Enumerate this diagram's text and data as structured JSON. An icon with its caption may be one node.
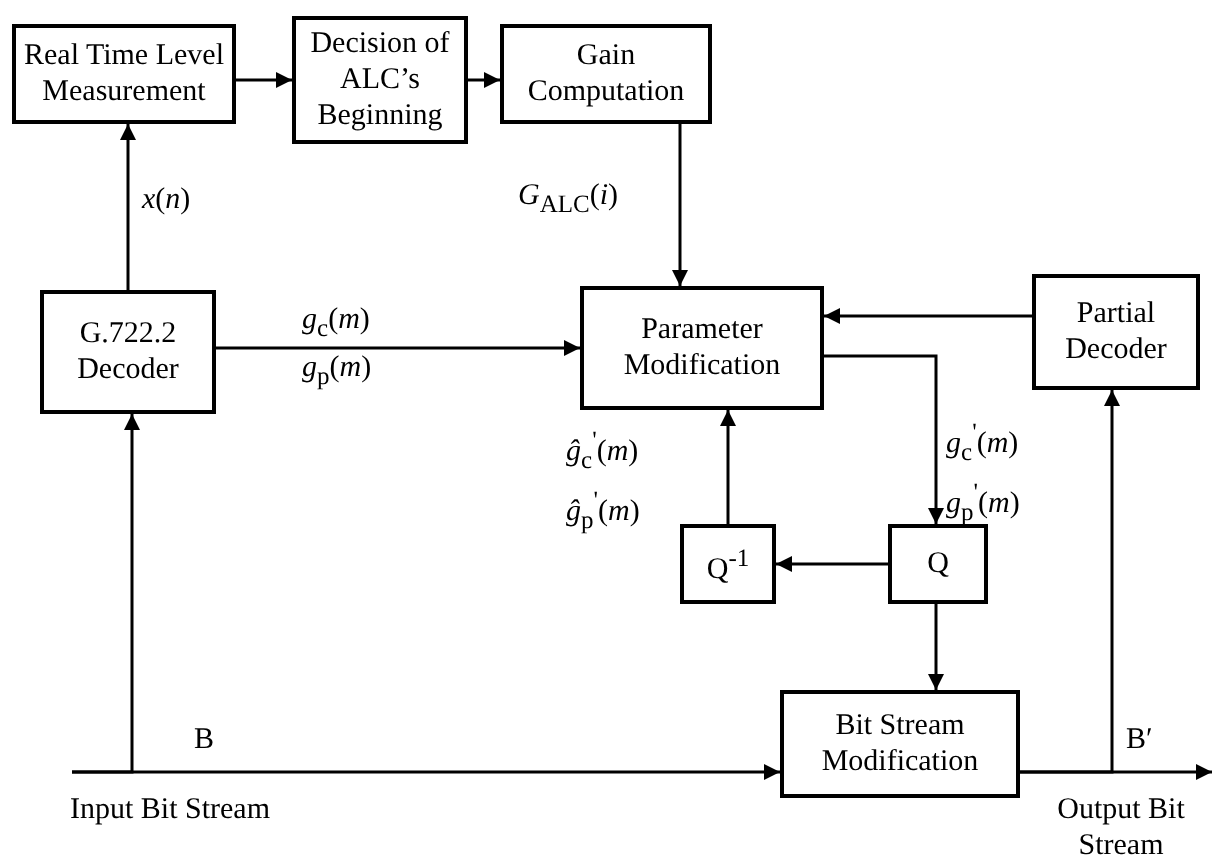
{
  "diagram": {
    "nodes": [
      {
        "text": [
          "Real Time Level Measurement"
        ]
      },
      {
        "text": [
          "Decision of ALC’s Beginning"
        ]
      },
      {
        "text": [
          "Gain Computation"
        ]
      },
      {
        "text": [
          "G.722.2 Decoder"
        ]
      },
      {
        "text": [
          "Parameter Modification"
        ]
      },
      {
        "text": [
          "Partial Decoder"
        ]
      },
      {
        "text": [
          "Q$^{-1}$"
        ]
      },
      {
        "text": [
          "Q"
        ]
      },
      {
        "text": [
          "Bit Stream Modification"
        ]
      },
      {
        "text": [
          "Input Bit Stream"
        ]
      },
      {
        "text": [
          "Output Bit Stream"
        ]
      }
    ],
    "edges": [
      {
        "from": 3,
        "to": 0,
        "arrow": "to",
        "label": "*x*(*n*)"
      },
      {
        "from": 0,
        "to": 1,
        "arrow": "to"
      },
      {
        "from": 1,
        "to": 2,
        "arrow": "to"
      },
      {
        "from": 2,
        "to": 4,
        "arrow": "to",
        "label": "*G*$_{ALC}$(*i*)"
      },
      {
        "from": 3,
        "to": 4,
        "arrow": "to",
        "label": "*g*$_{c}$(*m*) *g*$_{p}$(*m*)"
      },
      {
        "from": 5,
        "to": 4,
        "arrow": "to"
      },
      {
        "from": 4,
        "to": 7,
        "arrow": "to",
        "label": "*g*$_{c}$$^{'}$(*m*) *g*$_{p}$$^{'}$(*m*)"
      },
      {
        "from": 7,
        "to": 6,
        "arrow": "to"
      },
      {
        "from": 6,
        "to": 4,
        "arrow": "to",
        "label": "*ĝ*$_{c}$$^{'}$(*m*) *ĝ*$_{p}$$^{'}$(*m*)"
      },
      {
        "from": 7,
        "to": 8,
        "arrow": "to"
      },
      {
        "from": 9,
        "to": 3,
        "arrow": "to"
      },
      {
        "from": 9,
        "to": 8,
        "arrow": "to",
        "label": "B"
      },
      {
        "from": 8,
        "to": 10,
        "arrow": "to",
        "label": "B′"
      },
      {
        "from": 8,
        "to": 5,
        "arrow": "to"
      }
    ]
  }
}
